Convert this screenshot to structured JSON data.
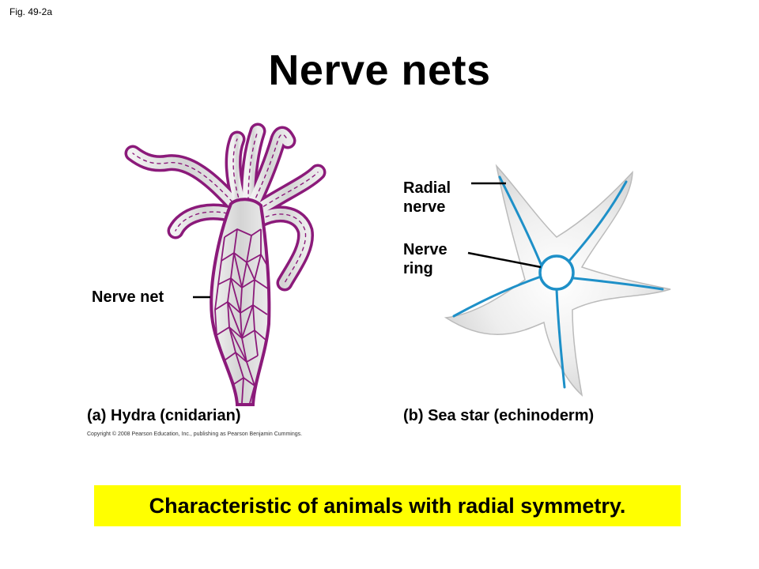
{
  "slide": {
    "fig_label": "Fig. 49-2a",
    "title": "Nerve nets",
    "copyright": "Copyright © 2008 Pearson Education, Inc., publishing as Pearson Benjamin Cummings.",
    "banner_text": "Characteristic of animals with radial symmetry."
  },
  "hydra": {
    "caption": "(a) Hydra (cnidarian)",
    "label_nerve_net": "Nerve net"
  },
  "seastar": {
    "caption": "(b) Sea star (echinoderm)",
    "label_radial_nerve": "Radial\nnerve",
    "label_nerve_ring": "Nerve\nring"
  },
  "colors": {
    "banner_background": "#ffff00",
    "hydra_nerve": "#8b1a7a",
    "hydra_body": "#dcdcdc",
    "seastar_nerve": "#1e90c8",
    "seastar_body": "#e6e6e6"
  }
}
